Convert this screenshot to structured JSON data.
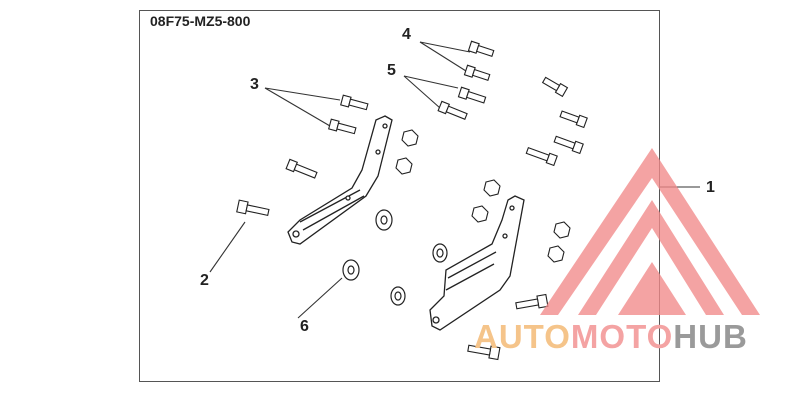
{
  "diagram": {
    "part_code": "08F75-MZ5-800",
    "callouts": {
      "c1": "1",
      "c2": "2",
      "c3": "3",
      "c4": "4",
      "c5": "5",
      "c6": "6"
    }
  },
  "watermark": {
    "part1": "AUTO",
    "part2": "MOTO",
    "part3": "HUB",
    "color_auto": "#f5c48a",
    "color_moto": "#f4a3a3",
    "color_hub": "#9a9a9a",
    "triangle_color": "#f28a8a"
  }
}
